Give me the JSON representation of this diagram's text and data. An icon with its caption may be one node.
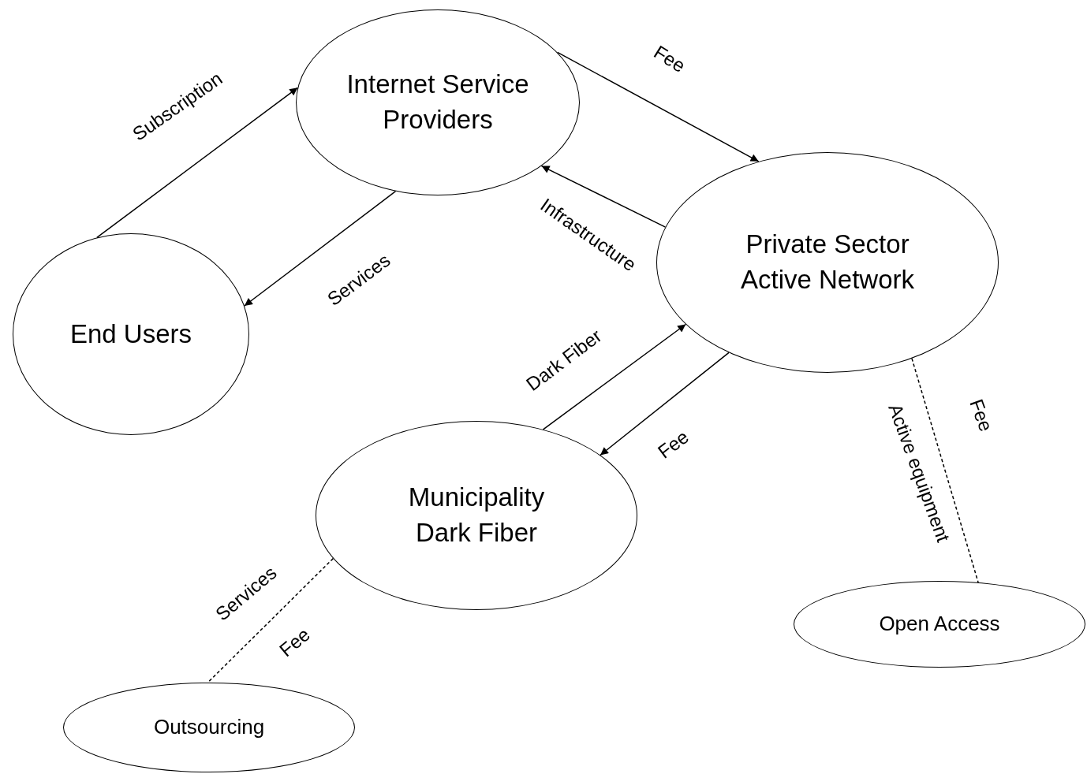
{
  "diagram": {
    "nodes": [
      {
        "text": [
          "Internet Service Providers"
        ]
      },
      {
        "text": [
          "Private Sector Active Network"
        ]
      },
      {
        "text": [
          "End Users"
        ]
      },
      {
        "text": [
          "Municipality Dark Fiber"
        ]
      },
      {
        "text": [
          "Open Access"
        ]
      },
      {
        "text": [
          "Outsourcing"
        ]
      }
    ],
    "edges": [
      {
        "from": 2,
        "to": 0,
        "arrow": "to",
        "label": "Subscription"
      },
      {
        "from": 0,
        "to": 2,
        "arrow": "to",
        "label": "Services"
      },
      {
        "from": 0,
        "to": 1,
        "arrow": "to",
        "label": "Fee"
      },
      {
        "from": 1,
        "to": 0,
        "arrow": "to",
        "label": "Infrastructure"
      },
      {
        "from": 3,
        "to": 1,
        "arrow": "to",
        "label": "Dark Fiber"
      },
      {
        "from": 1,
        "to": 3,
        "arrow": "to",
        "label": "Fee"
      },
      {
        "from": 1,
        "to": 4,
        "arrow": "none",
        "style": "dashed"
      },
      {
        "from": 3,
        "to": 5,
        "arrow": "none",
        "style": "dashed"
      }
    ],
    "labels": [
      "Active equipment",
      "Fee",
      "Services",
      "Fee"
    ]
  }
}
